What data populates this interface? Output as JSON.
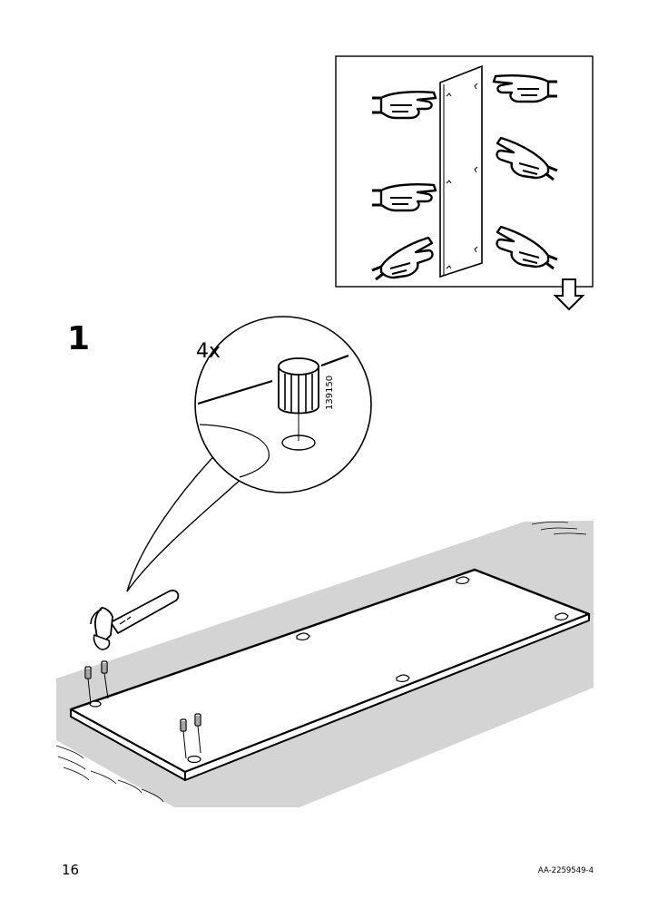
{
  "step": {
    "number": "1"
  },
  "detail": {
    "quantity": "4x",
    "part_number": "139150"
  },
  "footer": {
    "page_number": "16",
    "document_id": "AA-2259549-4"
  },
  "icons": {
    "panel_instruction": [
      "panel-icon",
      "pointing-hand-icon",
      "arrow-down-icon"
    ],
    "step_1": [
      "dowel-icon",
      "hammer-icon",
      "panel-icon",
      "rug-icon"
    ]
  }
}
